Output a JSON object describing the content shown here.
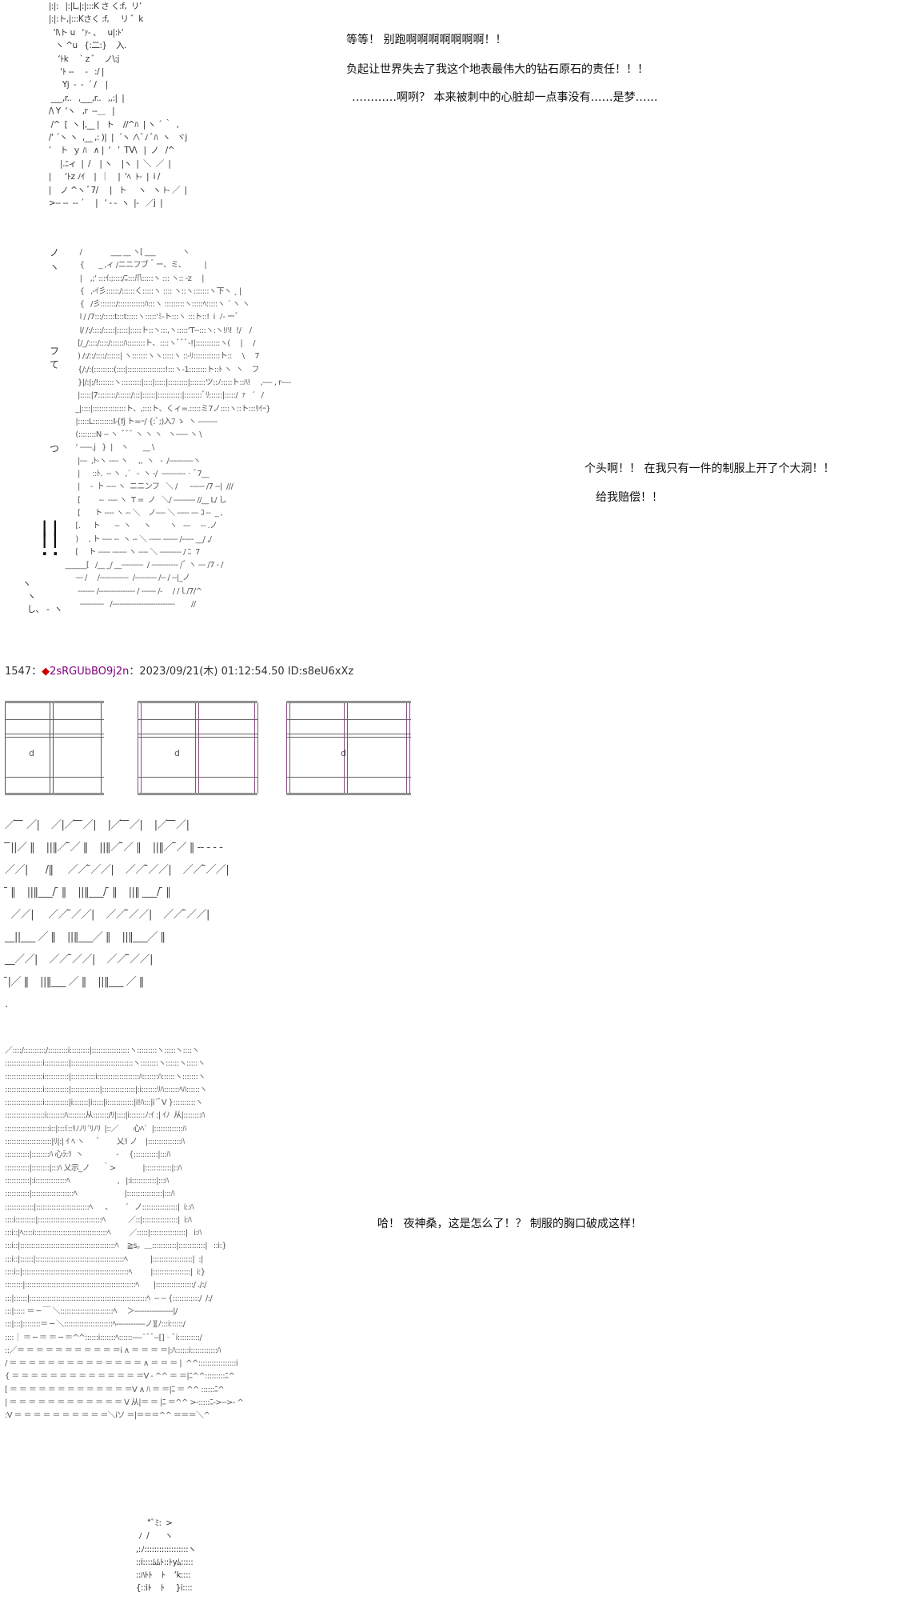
{
  "aa_panels": {
    "top_figure": " |:|:   |:|L,|:|:::K さ く:f,  リ’\n |:|:ト,|:::Kさく :f,     リ ゛k\n   ‘l\\ト u   ‘ｧ‐ 、   u|:ﾄ‘\n    ヽ ^u   {:二:}    入.\n     ‘ﾄk     `ｚﾞ    ノ\\:j  \n      ‘ﾄ ‐‐     -   :/ |\n       Yj  -  -  ´ /    |\n  ___,r..   ,___,r..   ,,:|  |\n /\\ Y  ‘ヽ   ,r  ‐‐＿   |\n  /^  [  ヽ |,__ |   ト    //^ﾊ  | ヽ ´ ｀  ,\n /‘ ´ヽ ヽ  ,__ ,: )|  |  ´ヽ ∧ﾞﾉ ﾞﾊ  ヽ   ヾj\n ’    ト  ｙ ﾊ   ∧ |  ‘   ’  TV\\   |  ノ   /^\n      |.ﾆィ  |  /    | ヽ    |ヽ  |  ＼  ／  |\n |      ‘ﾄz ﾉｲ    |  ｜    |  ‘ﾍ  ﾄ‐  |  i /\n |    ノ ^ヽ ﾞ7/     |   ト     ヽ   ヽ ﾄ‐ ／  |\n >‐‐ ‐-  ‐- ´     |   ‘ ‐ ‐  ヽ  |‐   ／j  |",
    "mid_figure": "                    /              ___ __ ヽ[ ___             ヽ\n                    {       _ ,ィ /ニニフブ＾ー、ミ、         |\n                    |    ,;‘ :::ｲ:;::::/ﾆ:::爪:::::ヽ ::: ヽ:: ‐z     |\n                    {   ,-ｲ彡::::::/::::::く:::::ヽ :::: ヽ::ヽ:::::::ヽ下ヽ ¸ |\n                    {   /彡:::::::/::::::::::::ﾊ:::ヽ :::::::::ヽ:::::ﾍ:::::ヽ ´ ヽ ヽ\n                    l / /7:::/:::::t:::t:::::ヽ:::::‘ﾐ‐ト:::ヽ :::ト::!  i  ﾉ‐ ーﾞ\n                    l/ /:/::::/:::::|:::::|:::::ト::ヽ:::,ヽ:::::‘T‐‐:::ヽ:ヽ!ﾊ!  !/    /\n                   [/_/::::/::::/::::::ﾊ::::::::ト、::::ヽﾞﾞﾞ‐!|:::::::::::ヽ(     |     /\n                   ) /:/::/::::/::::::| ヽ:::::::ヽヽ:::::ヽ ::‐ﾘ::::::::::::ト::     \\     7\n                   {/:/:(:::::::::(::::|:::::::::::::::::!:::ヽ‐1::::::::ト::ﾄ ヽ  ヽ    フ\n                   }|/:|:/!:::::::ヽ:::::::::|::::|:::::|:::::::::|:::::::ツ::ﾉ:::::ト::ﾊ!     ,‐‐‐‐ , r‐‐‐‐\n                   |:::::|7::::::::/::::::/:::|::::::|:::::::::::|::::::::ﾞﾘ::::::|:::::/  ｧ   ´   /\n                  _|::::|:::::::::::::::ト、,::::ト、くィ=.:::::ミ7ノ::::ヽ::ト:::ﾘｲｰ}\n                  |:::::L:::::::::ﾙ{fj ト=ｰ/ {:ﾞ;)入ﾌ ゝ  ヽ ‐‐‐‐‐‐‐‐\n                  (::::::::N ‐‐ ヽ  ﾞﾞﾞ ヽ ヽ ヽ   ヽ‐‐‐‐‐ ヽ \\\n                  ‘ ‐‐‐‐‐.j   }  |    ヽ       __ \\\n                   |‐‐‐  ,ﾄ‐ヽ ‐‐‐‐ ヽ     ,,  ヽ   ‐  /‐‐‐‐‐‐‐‐‐‐ヽ\n                   |      ::ﾄ.  ‐‐ ヽ  ,´   ‐  ヽ ‐/  ‐‐‐‐‐‐‐‐‐‐‐ﾞ7__\n                   |     ‐  ト ‐‐‐‐ ヽ  ニニンフ   ＼ /      ‐‐‐‐‐‐ /7 ‐‐|  ///\n                   [         ‐‐  ‐‐‐‐ ヽ  T =  ノ   ＼/ ‐‐‐‐‐‐‐‐‐ //__ L/ し\n                   [       ト ‐‐‐‐ ヽ ‐‐ ＼    ノ‐‐‐‐ ＼ ‐‐‐‐‐ ‐‐‐ ｺ ‐‐  _ ,\n                  [.      ト       ‐‐  ヽ      ヽ         ヽ   ‐‐‐     ‐‐ .ノ\n                  )     , ト ‐‐‐‐ ‐‐  ヽ ‐‐ ＼ ‐‐‐‐‐ ‐‐‐‐‐‐ /‐‐‐‐‐ __/ ,/\n                  [     ト ‐‐‐‐‐ ‐‐‐‐‐‐ ヽ ‐‐‐‐ ＼ ‐‐‐‐‐‐‐‐‐ / ﾆ  7\n             ______[   /__ _/ __‐‐‐‐‐‐‐‐‐  / ‐‐‐‐‐‐‐‐‐‐‐ /ﾞ ヽ ‐‐‐ /7 ‐ /\n                  ‐‐‐ /     /‐‐‐‐‐‐‐‐‐‐‐‐  /‐‐‐‐‐‐‐‐‐ /‐‐ / ‐‐|_ノ\n                   ‐‐‐‐‐‐‐ /‐‐‐‐‐‐‐‐‐‐‐‐‐‐‐ / ‐‐‐‐‐‐ /‐     / /ｌ/7/^\n                    ‐‐‐‐‐‐‐‐‐‐   /‐‐‐‐‐‐‐‐‐‐‐‐‐‐‐‐‐‐‐‐‐‐‐‐‐‐        //",
    "mid_left_marks": "ノ\nヽ\n\n\n\n\n\nフ\nて\n\n\n\n\n\nつ\n\n\n\n\n",
    "exclaim": "| |\n| |\n. .",
    "bottom_left_mark": "ヽ\n  ヽ\n  し、 ‐  ヽ",
    "boxes_a": "／ ̄ ̄ ̄ ／|    ／|／ ̄ ̄ ̄／|    |／ ̄ ̄ ̄／|    |／ ̄ ̄ ̄／|\n ̄ ̄||／ ‖    ||‖／ ̄／ ‖    ||‖／ ̄／ ‖    ||‖／ ̄／ ‖ ‐‐ ‐ ‐ ‐\n／／|      /‖     ／／ ̄／／|    ／／ ̄／／|    ／／ ̄／／|\n ̄ ‖    ||‖___/ ̄ ‖    ||‖___/ ̄ ‖    ||‖ ___/ ̄ ‖\n  ／／|     ／／ ̄／／|    ／／ ̄／／|    ／／ ̄／／|\n__||___ ／ ‖    ||‖___／ ‖    ||‖___／ ‖\n__／／|    ／／ ̄／／|    ／／ ̄／／|\n ̄|／ ‖    ||‖___ ／ ‖    ||‖___ ／ ‖\n.",
    "big_figure": "／::::/::::::::::/:::::::::i:::::::::|:::::::::::::::::ヽ:::::::::ヽ:::::ヽ::::ヽ\n:::::::::::::::::i:::::::::::|::::::::::::::::::::::::::::ヽ::::::::ヽ::::::ヽ:::::ヽ\n:::::::::::::::::i:::::::::::|:::::::::::i:::::::::::::::::::ﾊ:::::::ﾊ::::::ヽ:::::::ヽ\n:::::::::::::::::i:::::::::::|:::::::::::::|:::::::::::::::|:i:::::::ﾘﾊ:::::::ﾍﾊ::::::ヽ\n:::::::::::::::::i:::::::::::|i:::::::|i:::::|i::::::::::::|i!ﾊ:::|i´ﾞV }::::::::::ヽ\n::::::::::::::::::i::::::::ﾊ::::::::从:::::::/ﾘ|::::|i:::::::ﾉ:ｲ :| ｲﾉ  从|::::::::ﾊ\n::::::::::::::::::::i::|:::ﾐ::ﾘﾉﾉﾘ´ﾘﾉﾘ  |::／       心ﾍ`  |:::::::::::::ﾊ\n:::::::::::::::::::::|ﾘ|:| ｲ ﾍ ヽ      ﾞ        乂ﾘ ノ    |:::::::::::::::ﾊ\n:::::::::::|::::::::ﾊ 心ﾗ:ﾘ  ヽ                ‐     {:::::::::::|:::ﾊ\n:::::::::::|::::::::|:::ﾊ 乂示_ノ      ｀>             |::::::::::::|::ﾊ\n:::::::::::|:i::::::::::::::ﾍ                       ,   |:i:::::::::::|:::ﾊ\n:::::::::::|:::::::::::::::::::ﾍ                       |::::::::::::::::|:::ﾊ\n:::::::::::::|::::::::::::::::::::::::ﾍ      、      ´   ノ::::::::::::::::|  i::ﾊ\n::::i:::::::::|:::::::::::::::::::::::::::::ﾍ           ／::|::::::::::::::::|  i:ﾊ\n:::i::|ﾍ::::i:::::::::::::::::::::::::::::::::ﾍ         ／:::::|::::::::::::::::|   i:ﾊ\n:::i::|:::::::::::::::::::::::::::::::::::::::::::ﾍ    ≧s。＿:::::::::::|::::::::::::|   ::i:}\n:::i::|::::::|::::::::::::::::::::::::::::::::::::::::ﾍ           |::::::::::::::::::|  :|\n::::i::|::::::::::::::::::::::::::::::::::::::::::::::::ﾍ         |:::::::::::::::::|  i:}\n::::::::|::::::::::::::::::::::::::::::::::::::::::::::::::ﾍ       |:::::::::::::::::/ ./:/\n:::|::::::|:::::::::::::::::::::::::::::::::::::::::::::::::::::ﾍ  ‐‐ ‐‐ {::::::::::::/  /:/\n:::|::::: ＝ ─ ￣ ＼::::::::::::::::::::::::ﾍ     ＞‐‐‐‐‐‐‐‐‐‐‐‐‐‐‐‐|/\n:::|:::|::::::::＝ ─ ＼::::::::::::::::::::::ﾍ‐‐‐‐‐‐‐‐‐‐‐‐ノ][ﾉ:::i::::::/\n::::｜ ＝ ─ ＝ ＝ ─ ＝^^::::::i:::::::ﾍ::::::‐‐‐‐¯ﾞﾞ‐‐[]‐ﾞi::::::::::/\n::／＝ ＝ ＝ ＝ ＝ ＝ ＝ ＝ ＝ ＝ ＝i ∧ ＝ ＝ ＝ ＝|:ﾊ::::::i::::::::::::ﾊ\n/ ＝ ＝ ＝ ＝ ＝ ＝ ＝ ＝ ＝ ＝ ＝ ＝ ＝ ＝ ∧ ＝ ＝ ＝ |  ^^:::::::::::::::::i\n{ ＝ ＝ ＝ ＝ ＝ ＝ ＝ ＝ ＝ ＝ ＝ ＝ ＝ ＝V ‐ ^^ ＝ ＝|ﾆ^^:::::::::ﾆ^\n[ ＝ ＝ ＝ ＝ ＝ ＝ ＝ ＝ ＝ ＝ ＝ ＝ ＝V ∧ ﾊ ＝ ＝|ﾆ ＝ ^^ ::::::ﾆ^\n| ＝ ＝ ＝ ＝ ＝ ＝ ＝ ＝ ＝ ＝ ＝ ＝ V 从|＝ ＝ |ﾆ ＝^^ >‐:::::ﾆ‐>‐‐>‐ ^\n:V ＝ ＝ ＝ ＝ ＝ ＝ ＝ ＝ ＝ ＝＼iソ ＝|＝＝＝^^ ＝＝＝＼^",
    "bottom_figure": "            *ﾞﾐ:  >\n        ﾉ  /       ヽ\n       ,:ﾉ::::::::::::::::::ヽ\n       ::i::::ﾑﾑﾄ::ﾄyﾑ:::::\n       ::ﾊﾄﾄ    ﾄ    ‘k::::\n       {::iﾄ    ﾄ     }i::::"
  },
  "window_panel": {
    "label_d1": "d",
    "label_d2": "d",
    "label_d3": "d"
  },
  "dialog": {
    "line1": "等等！  别跑啊啊啊啊啊啊啊！！",
    "line2": "负起让世界失去了我这个地表最伟大的钻石原石的责任！！！",
    "line3": "…………啊咧？  本来被刺中的心脏却一点事没有……是梦……",
    "line4": "个头啊！！  在我只有一件的制服上开了个大洞！！",
    "line5": "给我赔偿！！",
    "line6": "哈！  夜神桑，这是怎么了！？  制服的胸口破成这样！"
  },
  "post": {
    "number": "1547",
    "separator": "：",
    "mark": "◆",
    "trip": "2sRGUbBO9j2n",
    "separator2": "：",
    "datetime": "2023/09/21(木) 01:12:54.50 ID:s8eU6xXz"
  }
}
